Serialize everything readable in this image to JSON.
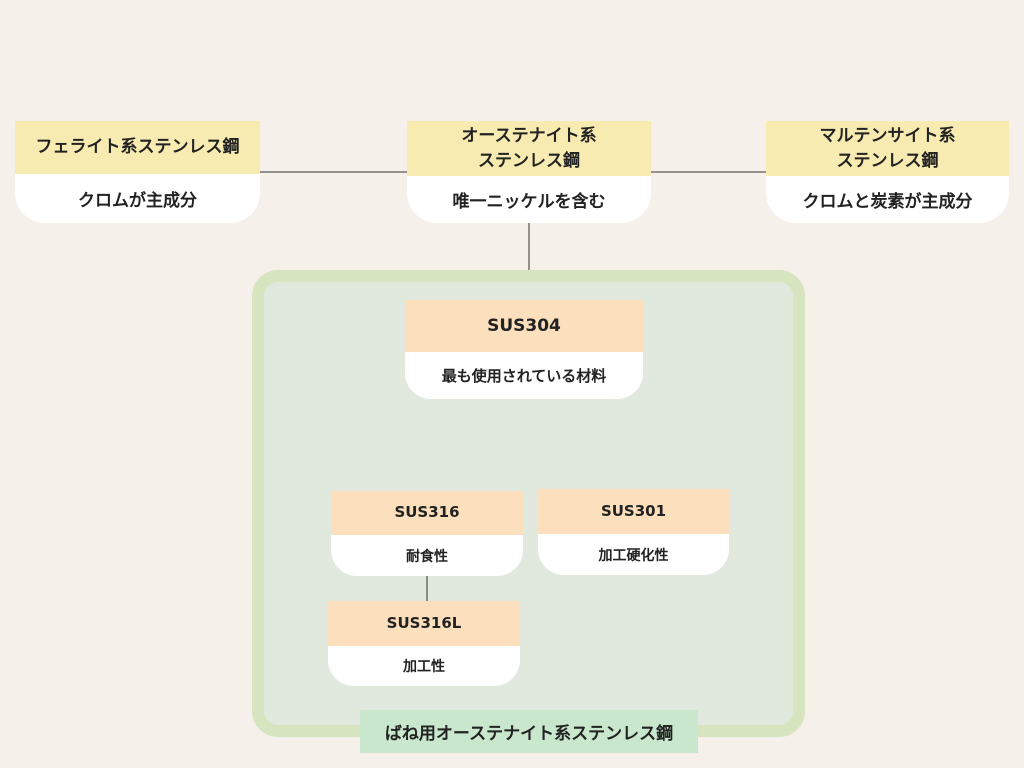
{
  "families": {
    "ferrite": {
      "title": "フェライト系ステンレス鋼",
      "desc": "クロムが主成分"
    },
    "austenite": {
      "title_line1": "オーステナイト系",
      "title_line2": "ステンレス鋼",
      "desc": "唯一ニッケルを含む"
    },
    "martensite": {
      "title_line1": "マルテンサイト系",
      "title_line2": "ステンレス鋼",
      "desc": "クロムと炭素が主成分"
    }
  },
  "spring_group": {
    "label": "ばね用オーステナイト系ステンレス鋼",
    "sus304": {
      "title": "SUS304",
      "desc": "最も使用されている材料"
    },
    "sus316": {
      "title": "SUS316",
      "desc": "耐食性"
    },
    "sus301": {
      "title": "SUS301",
      "desc": "加工硬化性"
    },
    "sus316l": {
      "title": "SUS316L",
      "desc": "加工性"
    }
  },
  "colors": {
    "background": "#f5f0ea",
    "family_header": "#f8ebb1",
    "grade_header": "#fcdfbc",
    "group_fill": "#e1e9de",
    "group_border": "#d6e4bf",
    "group_label": "#c8e7cc"
  }
}
